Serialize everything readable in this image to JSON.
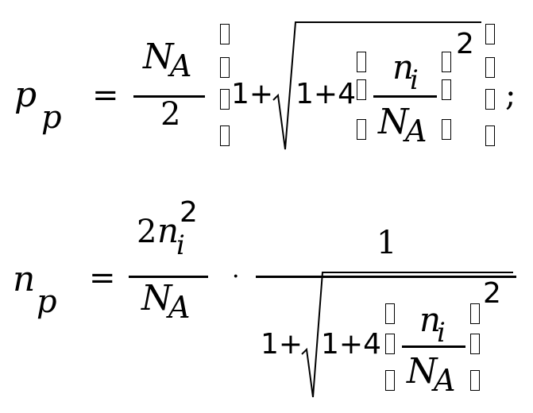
{
  "eq1": {
    "lhs_var": "p",
    "lhs_sub": "p",
    "equals": "=",
    "frac_num_var": "N",
    "frac_num_sub": "A",
    "frac_den": "2",
    "one_plus": "1+",
    "inner": "1+4",
    "ratio_num_var": "n",
    "ratio_num_sub": "i",
    "ratio_den_var": "N",
    "ratio_den_sub": "A",
    "exponent": "2",
    "terminator": ";"
  },
  "eq2": {
    "lhs_var": "n",
    "lhs_sub": "p",
    "equals": "=",
    "coef": "2",
    "num_var": "n",
    "num_sub": "i",
    "num_sup": "2",
    "den_var": "N",
    "den_sub": "A",
    "dot": "·",
    "numer_one": "1",
    "one_plus": "1+",
    "inner": "1+4",
    "ratio_num_var": "n",
    "ratio_num_sub": "i",
    "ratio_den_var": "N",
    "ratio_den_sub": "A",
    "exponent": "2"
  }
}
